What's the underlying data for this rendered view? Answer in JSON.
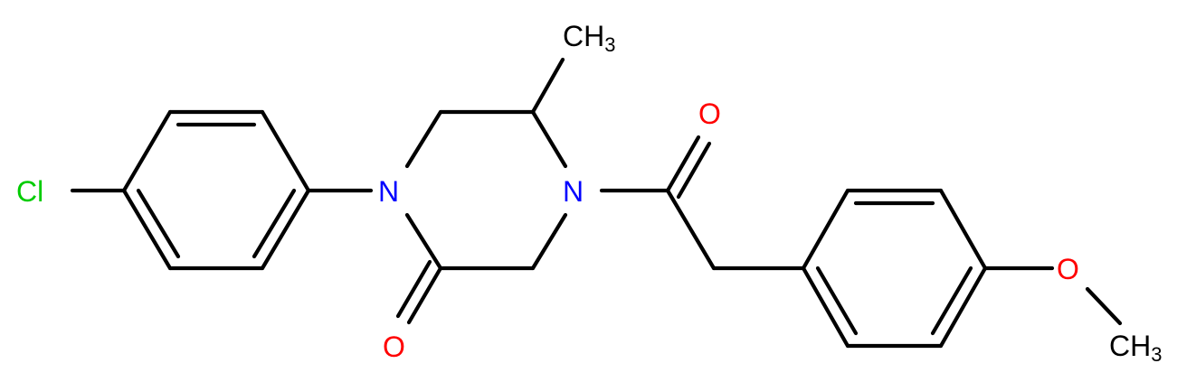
{
  "molecule": {
    "atoms": {
      "cl": "Cl",
      "n1": "N",
      "n4": "N",
      "o_ring": "O",
      "o_acyl": "O",
      "o_ether": "O",
      "ch3_top": "CH",
      "ch3_top_sub": "3",
      "ch3_methoxy": "CH",
      "ch3_methoxy_sub": "3"
    },
    "colors": {
      "bond": "#000000",
      "carbon_label": "#000000",
      "nitrogen": "#0000FF",
      "oxygen": "#FF0000",
      "chlorine": "#00CC00"
    }
  }
}
